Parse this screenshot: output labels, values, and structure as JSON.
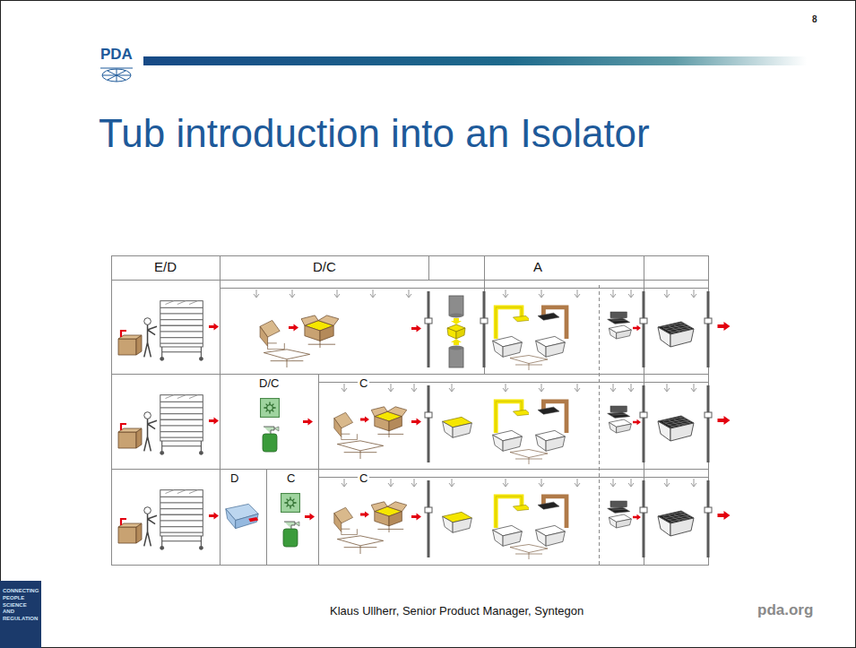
{
  "diagram": {
    "title": "Tub introduction into an Isolator",
    "labels": [
      "PDA",
      "8",
      "E/D",
      "D/C",
      "A",
      "D/C",
      "C",
      "D",
      "C",
      "C",
      "CONNECTING PEOPLE SCIENCE AND REGULATION",
      "Klaus Ullherr, Senior Product Manager, Syntegon",
      "pda.org"
    ]
  }
}
